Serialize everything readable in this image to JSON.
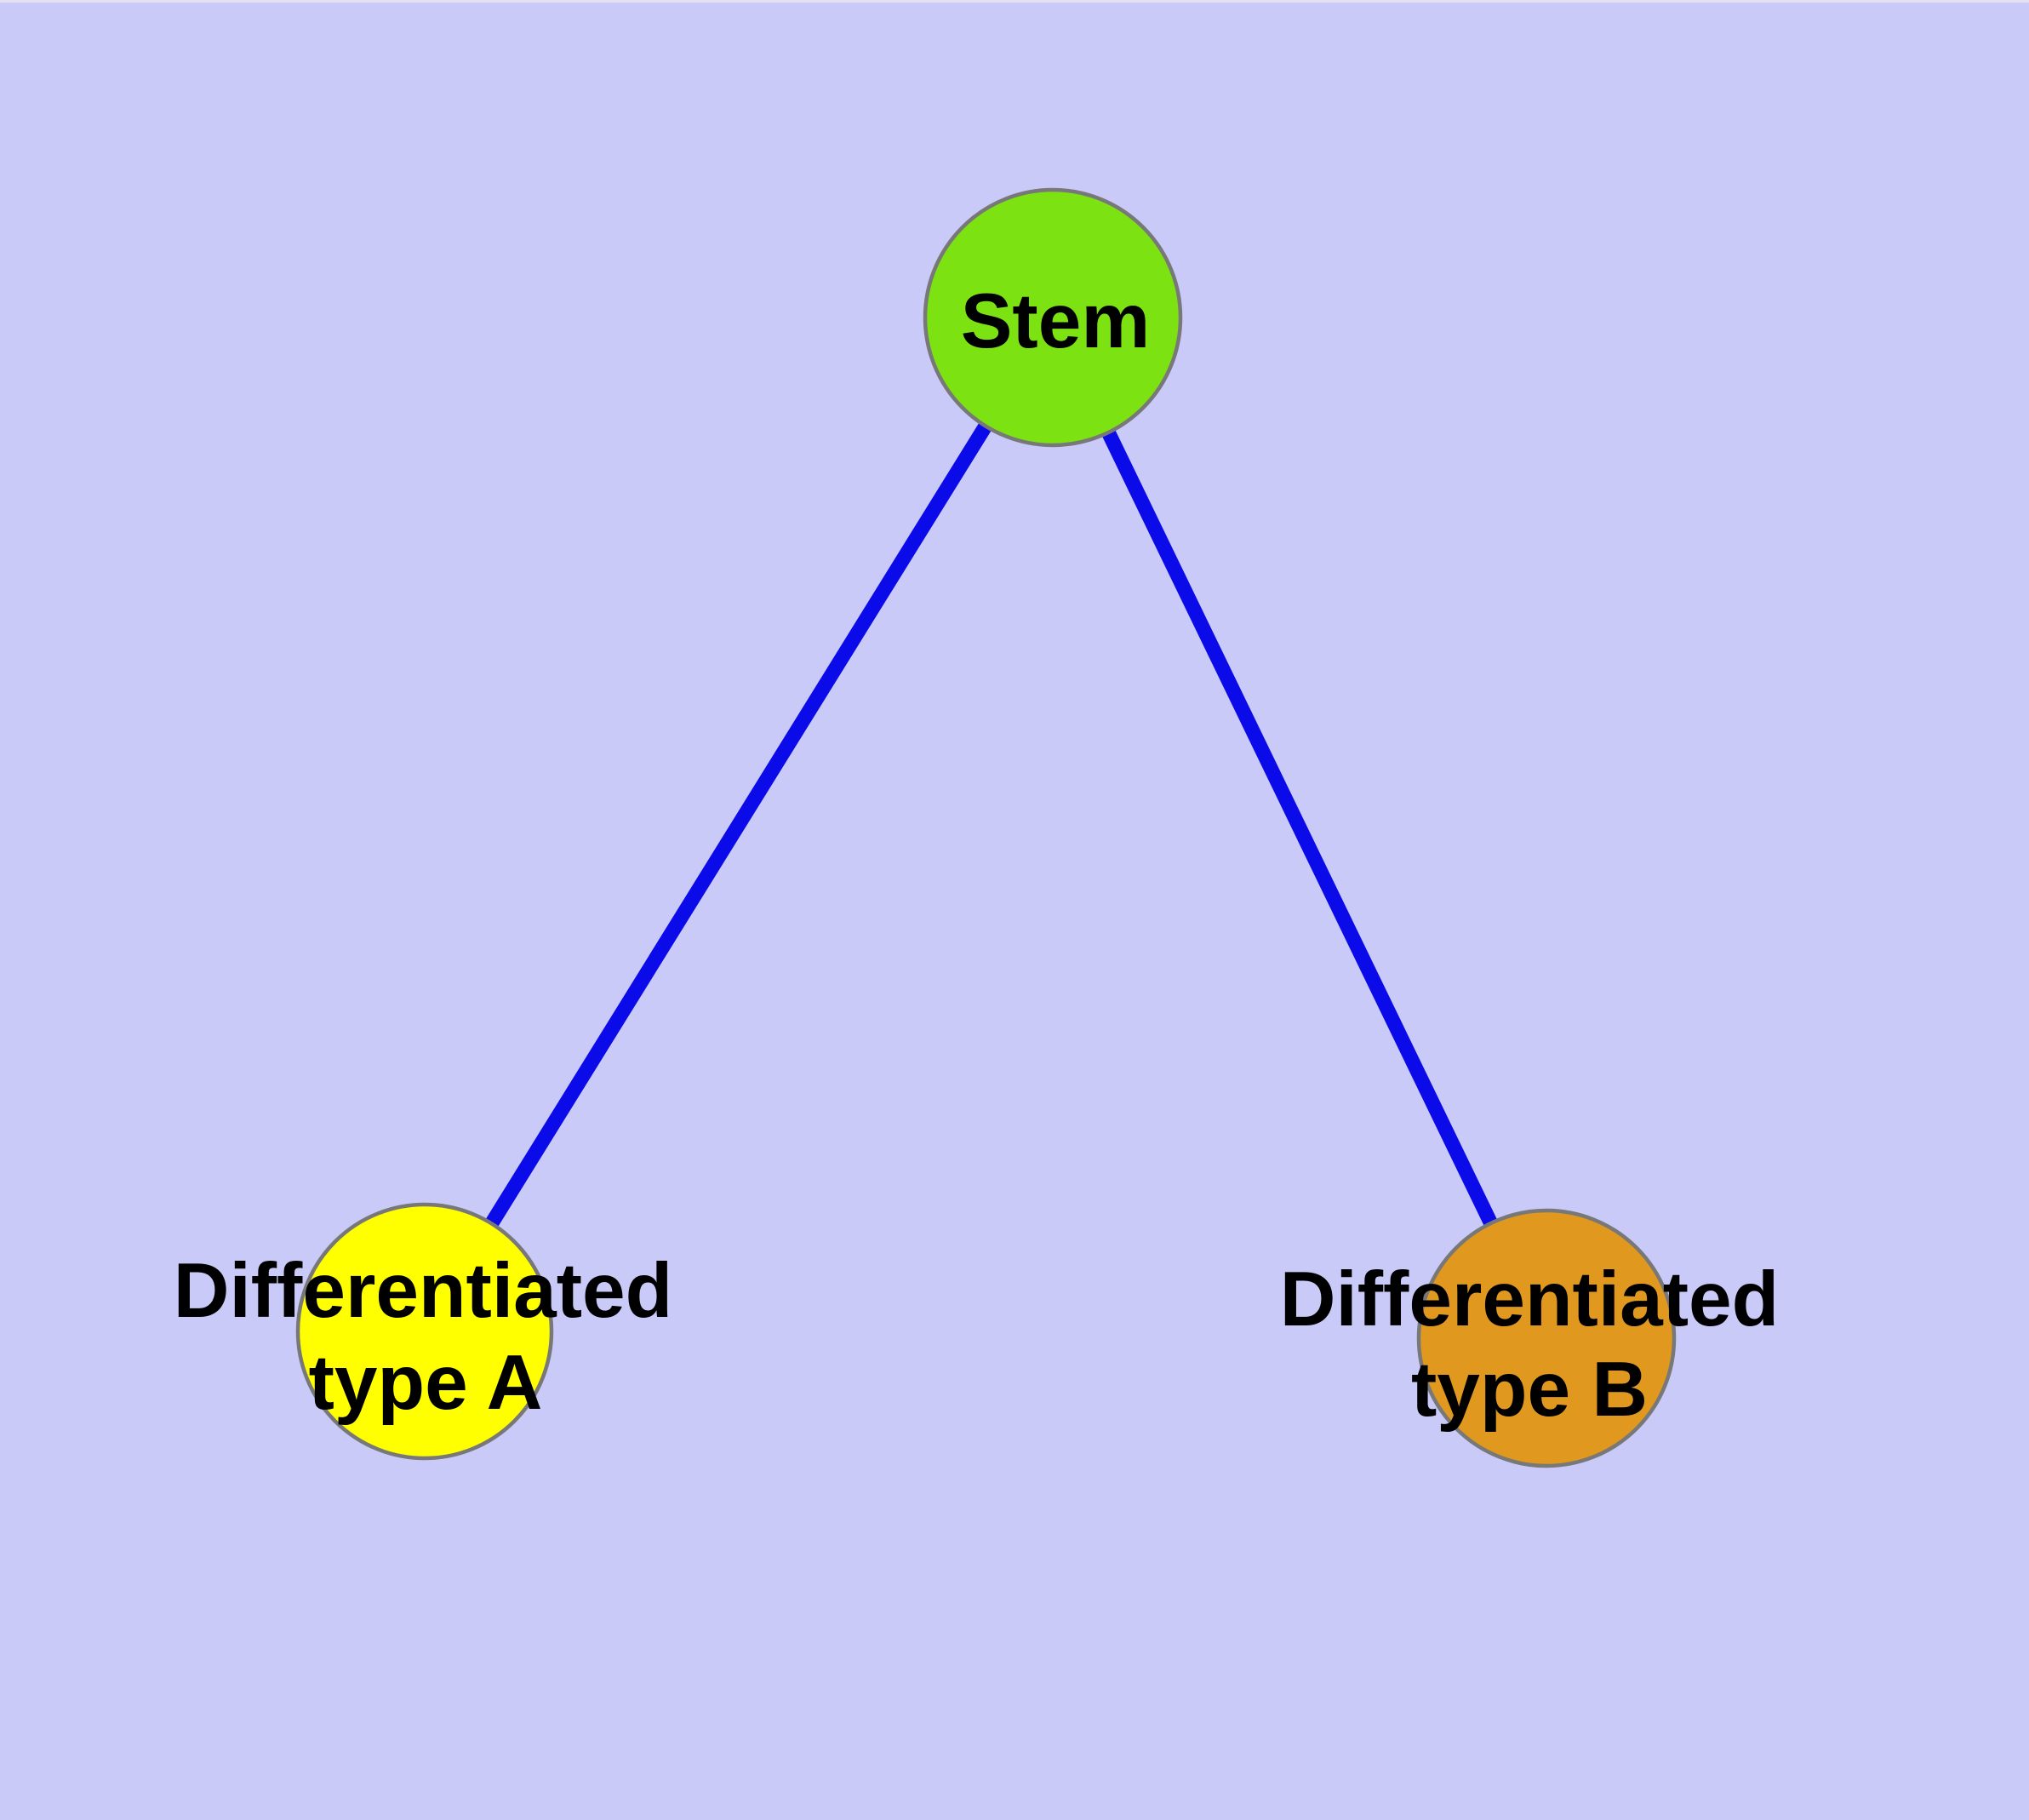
{
  "diagram": {
    "nodes": {
      "stem": {
        "label": "Stem",
        "fill": "#7ce212"
      },
      "type_a": {
        "label_line1": "Differentiated",
        "label_line2": "type A",
        "fill": "#ffff00"
      },
      "type_b": {
        "label_line1": "Differentiated",
        "label_line2": "type B",
        "fill": "#e0991e"
      }
    },
    "edges": [
      {
        "from": "Stem",
        "to": "Differentiated type A"
      },
      {
        "from": "Stem",
        "to": "Differentiated type B"
      }
    ],
    "colors": {
      "background": "#cacaf8",
      "top_edge_highlight": "#e4e2f2",
      "edge": "#0b0bea",
      "node_border": "#787878",
      "label": "#000000"
    }
  }
}
